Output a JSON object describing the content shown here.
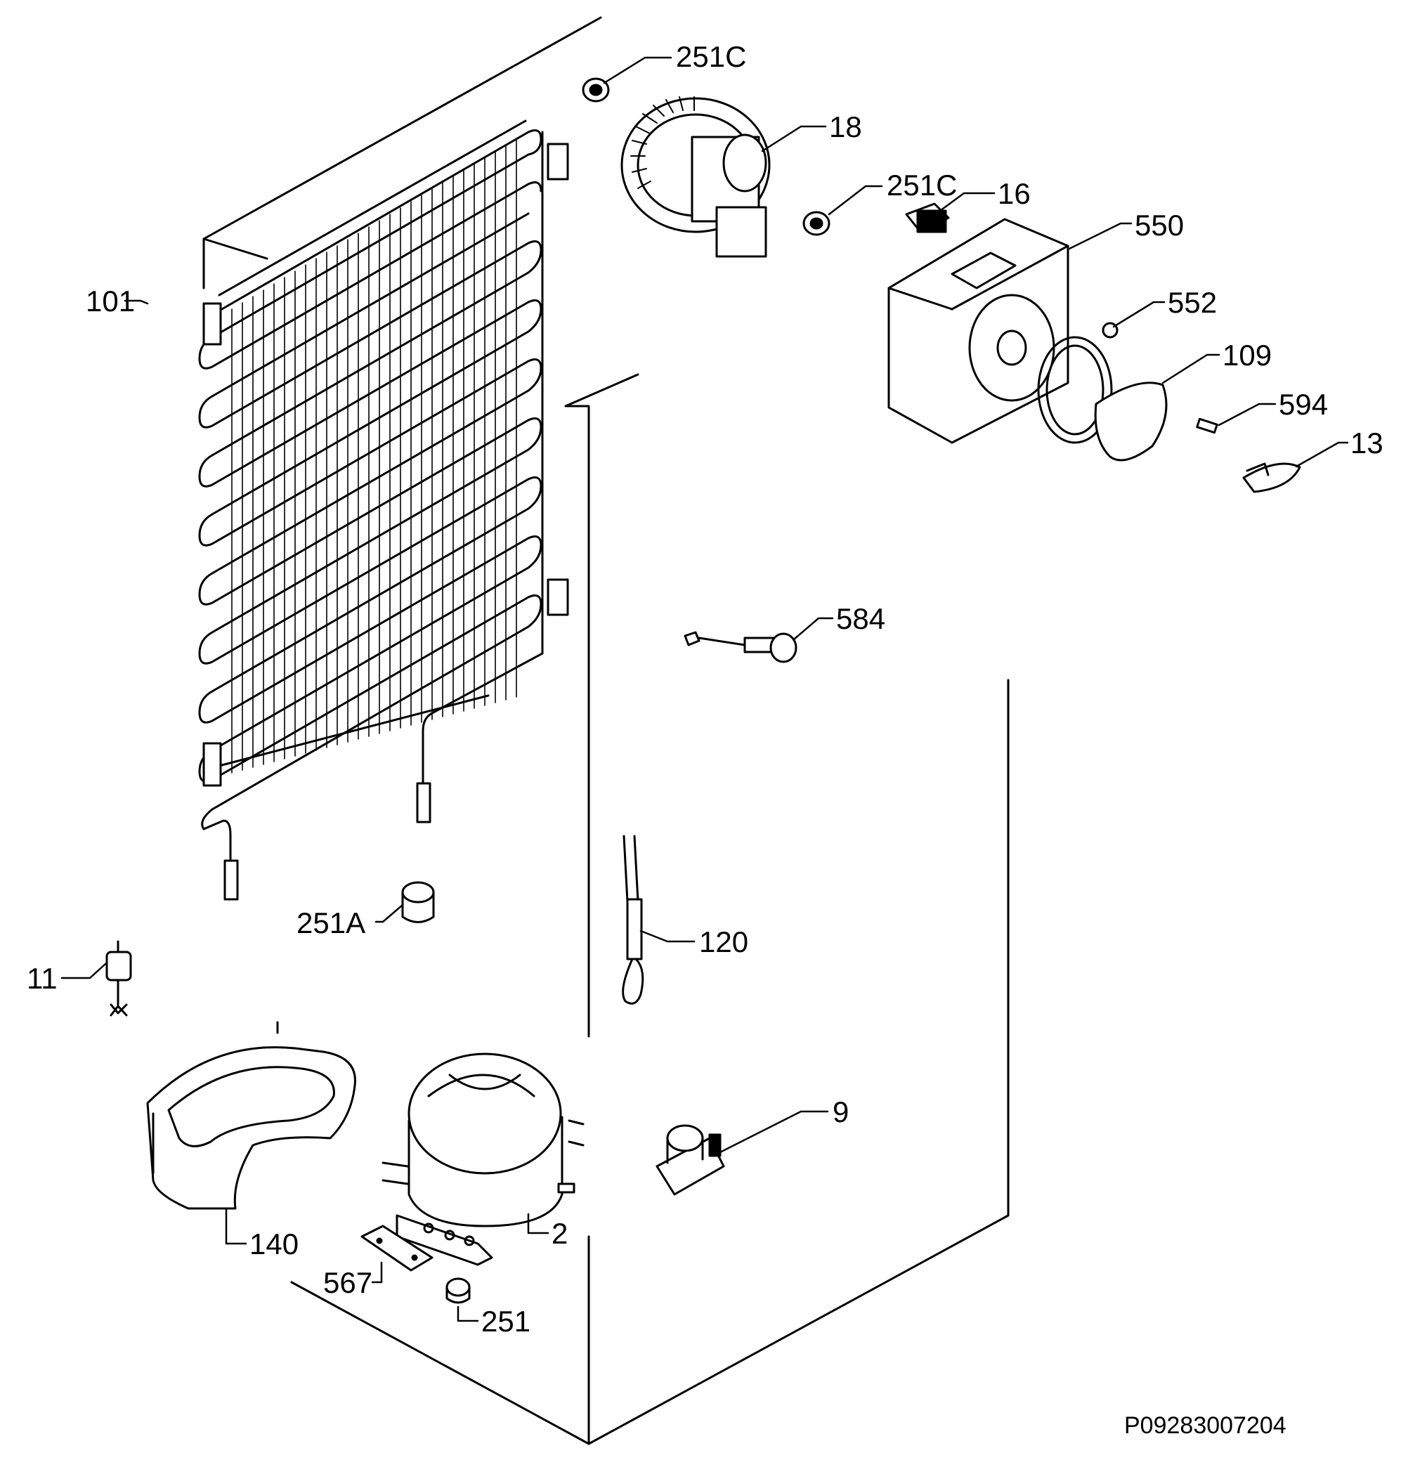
{
  "diagram": {
    "reference_code": "P09283007204",
    "parts": [
      {
        "id": "p251c_top",
        "label": "251",
        "suffix": "C"
      },
      {
        "id": "p18",
        "label": "18",
        "suffix": ""
      },
      {
        "id": "p251c_mid",
        "label": "251",
        "suffix": "C"
      },
      {
        "id": "p16",
        "label": "16",
        "suffix": ""
      },
      {
        "id": "p550",
        "label": "550",
        "suffix": ""
      },
      {
        "id": "p552",
        "label": "552",
        "suffix": ""
      },
      {
        "id": "p109",
        "label": "109",
        "suffix": ""
      },
      {
        "id": "p594",
        "label": "594",
        "suffix": ""
      },
      {
        "id": "p13",
        "label": "13",
        "suffix": ""
      },
      {
        "id": "p101",
        "label": "101",
        "suffix": ""
      },
      {
        "id": "p584",
        "label": "584",
        "suffix": ""
      },
      {
        "id": "p251a",
        "label": "251",
        "suffix": "A"
      },
      {
        "id": "p120",
        "label": "120",
        "suffix": ""
      },
      {
        "id": "p11",
        "label": "11",
        "suffix": ""
      },
      {
        "id": "p9",
        "label": "9",
        "suffix": ""
      },
      {
        "id": "p140",
        "label": "140",
        "suffix": ""
      },
      {
        "id": "p2",
        "label": "2",
        "suffix": ""
      },
      {
        "id": "p567",
        "label": "567",
        "suffix": ""
      },
      {
        "id": "p251",
        "label": "251",
        "suffix": ""
      }
    ]
  }
}
